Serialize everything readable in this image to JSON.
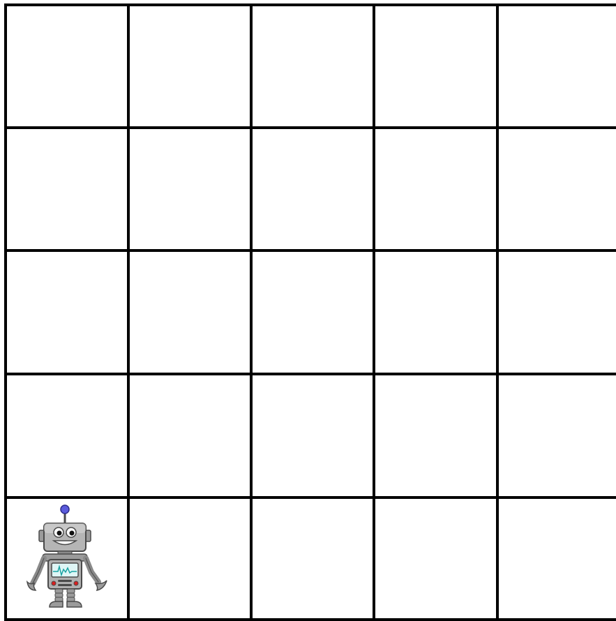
{
  "board": {
    "rows": 5,
    "columns_visible": 5,
    "background_color": "#ffffff",
    "line_color": "#000000"
  },
  "robot": {
    "icon": "robot-icon",
    "row": 5,
    "column": 1,
    "colors": {
      "body": "#9b9b9b",
      "body_light": "#cfcfcf",
      "outline": "#4a4a4a",
      "antenna_ball": "#5b5bdc",
      "screen": "#dff6f6",
      "screen_line": "#19a3a3",
      "eye_white": "#ffffff",
      "pupil": "#111111",
      "light_red": "#d81e1e"
    }
  }
}
